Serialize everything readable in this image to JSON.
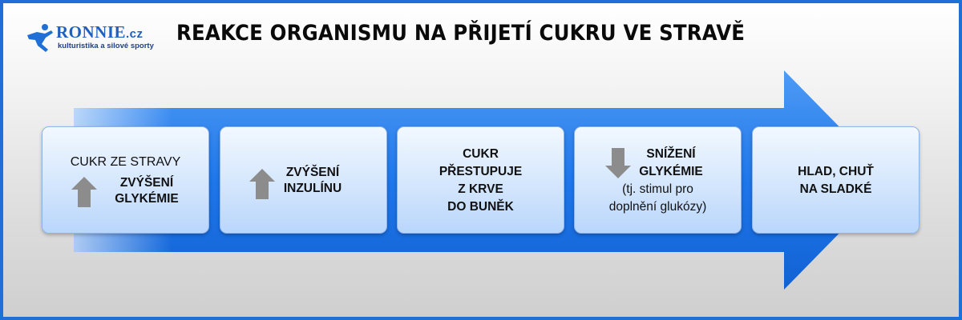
{
  "header": {
    "logo_name": "RONNIE",
    "logo_domain": ".cz",
    "logo_tagline": "kulturistika a silové sporty",
    "title": "REAKCE ORGANISMU NA PŘIJETÍ CUKRU VE STRAVĚ"
  },
  "steps": [
    {
      "line1": "CUKR ZE STRAVY",
      "line2": "ZVÝŠENÍ",
      "line3": "GLYKÉMIE",
      "icon": "up-arrow-icon"
    },
    {
      "line1": "ZVÝŠENÍ",
      "line2": "INZULÍNU",
      "icon": "up-arrow-icon"
    },
    {
      "line1": "CUKR",
      "line2": "PŘESTUPUJE",
      "line3": "Z KRVE",
      "line4": "DO BUNĚK"
    },
    {
      "line1": "SNÍŽENÍ",
      "line2": "GLYKÉMIE",
      "line3": "(tj. stimul pro",
      "line4": "doplnění glukózy)",
      "icon": "down-arrow-icon"
    },
    {
      "line1": "HLAD, CHUŤ",
      "line2": "NA SLADKÉ"
    }
  ],
  "colors": {
    "frame": "#1f6fd6",
    "arrow": "#1a73e8",
    "box": "#cfe3fd",
    "icon": "#8c8c8c"
  }
}
